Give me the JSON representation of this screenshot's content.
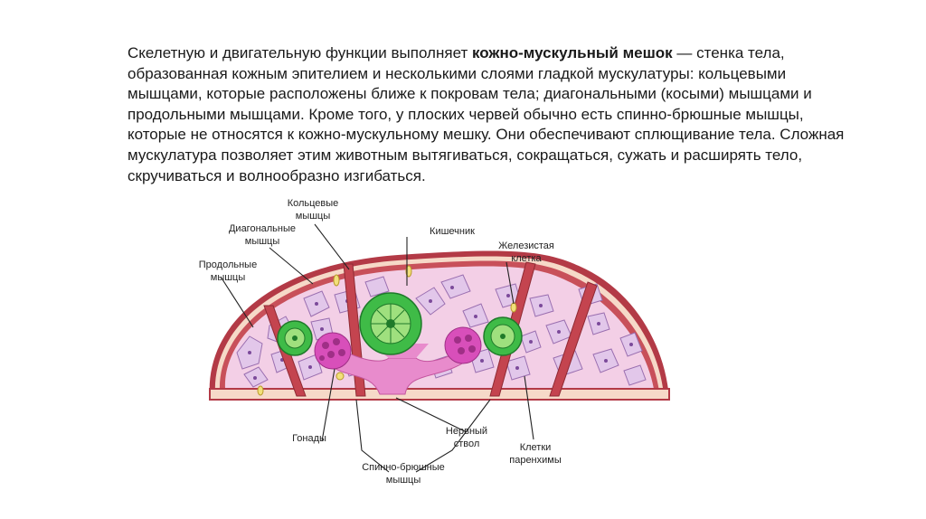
{
  "slide": {
    "text_before": "Скелетную и двигательную функции выполняет ",
    "text_bold": "кожно-мускульный мешок",
    "text_after": " — стенка тела, образованная кожным эпителием и несколькими слоями гладкой мускулатуры: кольцевыми мышцами, которые расположены ближе к покровам тела; диагональными (косыми) мышцами и продольными мышцами. Кроме того, у плоских червей обычно есть спинно-брюшные мышцы, которые не относятся к кожно-мускульному мешку. Они обеспечивают сплющивание тела. Сложная мускулатура позволяет этим животным вытягиваться, сокращаться, сужать и расширять тело, скручиваться и волнообразно изгибаться."
  },
  "diagram": {
    "labels": {
      "ring_l1": "Кольцевые",
      "ring_l2": "мышцы",
      "diag_l1": "Диагональные",
      "diag_l2": "мышцы",
      "long_l1": "Продольные",
      "long_l2": "мышцы",
      "gut": "Кишечник",
      "gland_l1": "Железистая",
      "gland_l2": "клетка",
      "gonads": "Гонады",
      "nerve_l1": "Нервный",
      "nerve_l2": "ствол",
      "parench_l1": "Клетки",
      "parench_l2": "паренхимы",
      "dv_l1": "Спинно-брюшные",
      "dv_l2": "мышцы"
    },
    "colors": {
      "muscle": "#b33a46",
      "parenchyma": "#f3cfe6",
      "cell": "#e2c7ea",
      "gut": "#3fbb47",
      "gonad": "#d84fba",
      "nerve": "#e88bcc"
    }
  }
}
